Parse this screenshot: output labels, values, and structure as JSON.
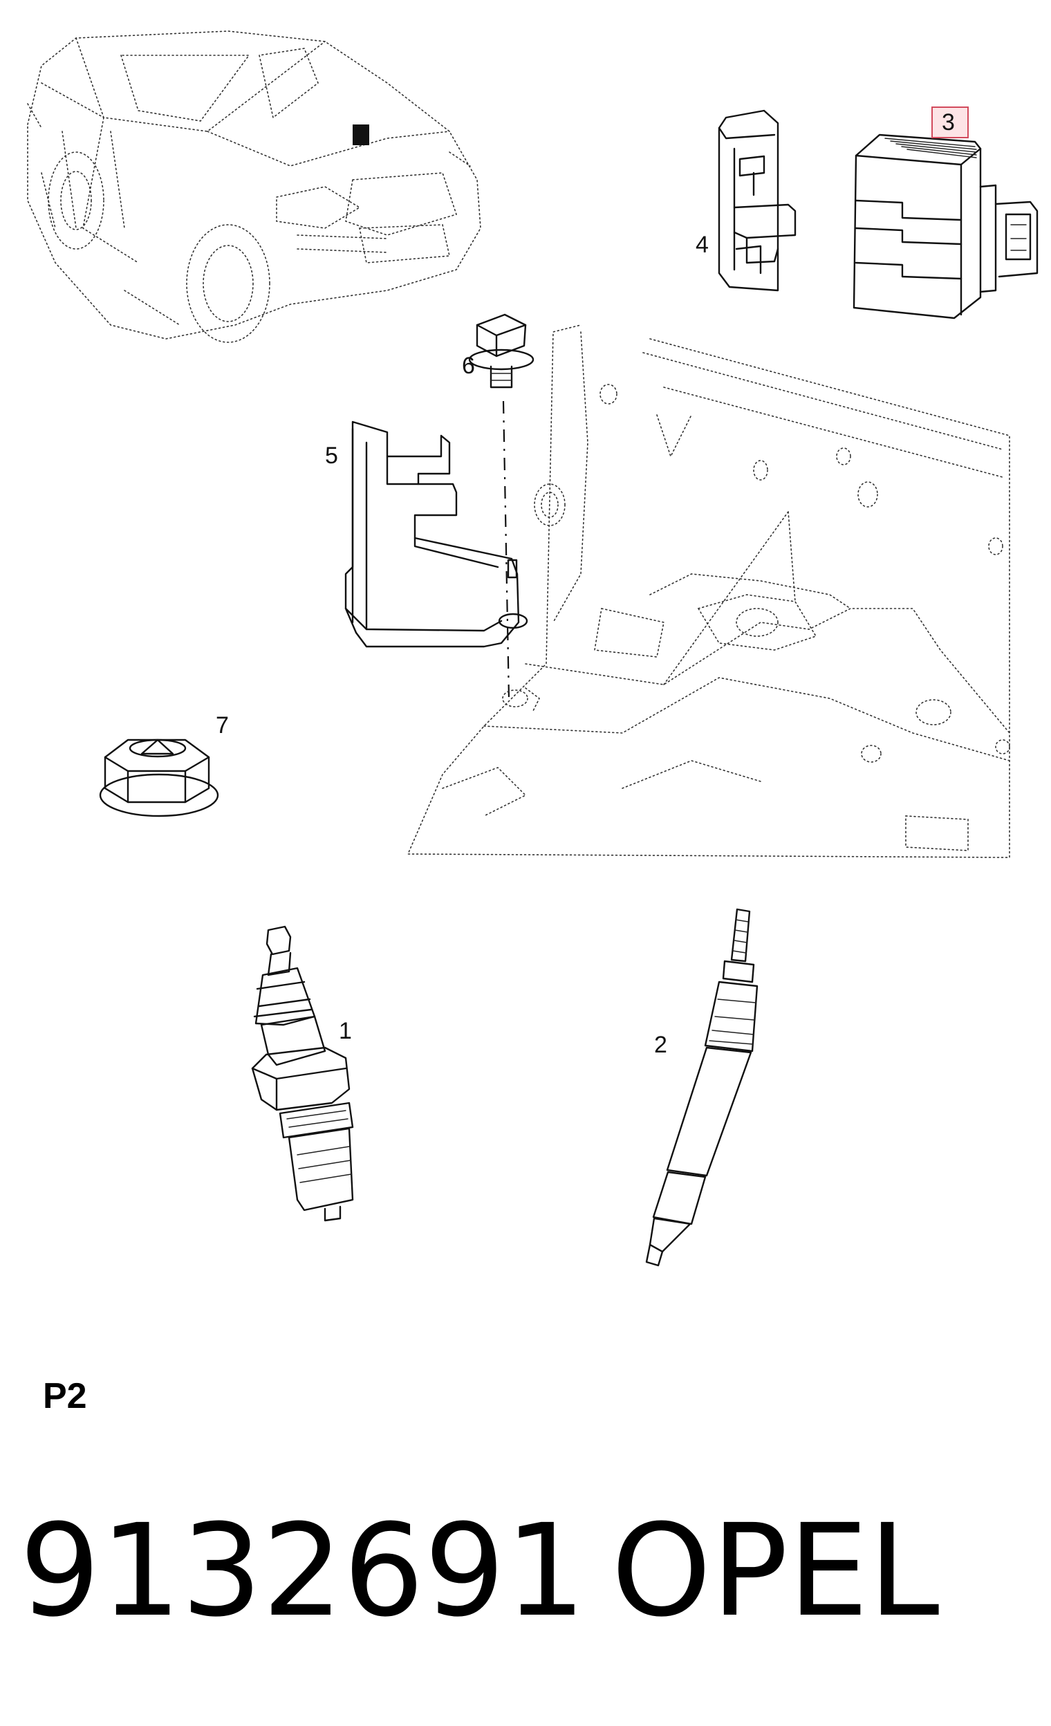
{
  "callouts": {
    "c1": "1",
    "c2": "2",
    "c3": "3",
    "c4": "4",
    "c5": "5",
    "c6": "6",
    "c7": "7"
  },
  "selected_callout": "3",
  "highlight_color": "#d24a5c",
  "section_label": "P2",
  "part_number": "9132691",
  "brand": "OPEL"
}
